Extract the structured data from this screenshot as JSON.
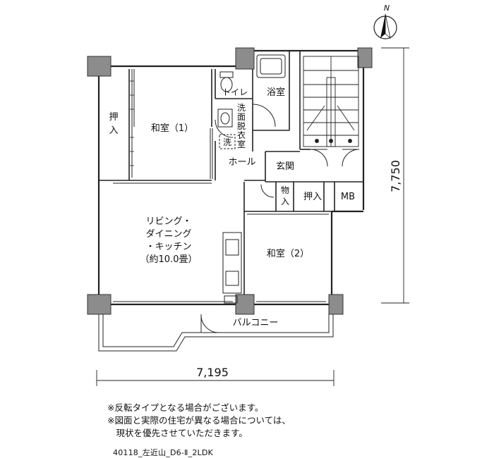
{
  "compass": {
    "north_label": "N"
  },
  "rooms": {
    "oshiire_left": "押入",
    "washitsu1": "和室（1）",
    "toilet": "トイレ",
    "senmen": "洗面脱衣室",
    "bath": "浴室",
    "washer": "洗",
    "hall": "ホール",
    "genkan": "玄関",
    "monoire": "物入",
    "oshiire2": "押入",
    "mb": "MB",
    "ldk": [
      "リビング・",
      "ダイニング",
      "・キッチン",
      "（約10.0畳）"
    ],
    "washitsu2": "和室（2）",
    "balcony": "バルコニー"
  },
  "dimensions": {
    "width": "7,195",
    "height": "7,750"
  },
  "notes": [
    "※反転タイプとなる場合がございます。",
    "※図面と実際の住宅が異なる場合については、",
    "　現状を優先させていただきます。"
  ],
  "caption": "40118_左近山_D6-Ⅱ_2LDK"
}
